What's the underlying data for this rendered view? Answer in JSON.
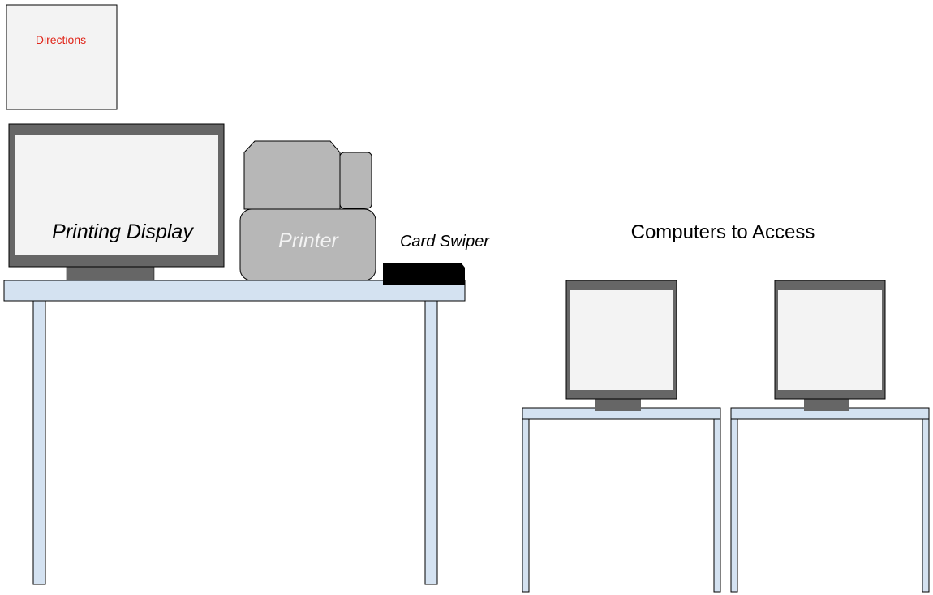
{
  "labels": {
    "directions": "Directions",
    "printing_display": "Printing Display",
    "printer": "Printer",
    "card_swiper": "Card Swiper",
    "computers_to_access": "Computers to Access"
  },
  "colors": {
    "table_fill": "#d4e2f1",
    "screen_fill": "#f3f3f3",
    "frame_dark": "#666666",
    "printer_gray": "#b7b7b7",
    "swiper_black": "#000000",
    "directions_text": "#e0261a",
    "printer_text": "#f3f3f3"
  }
}
